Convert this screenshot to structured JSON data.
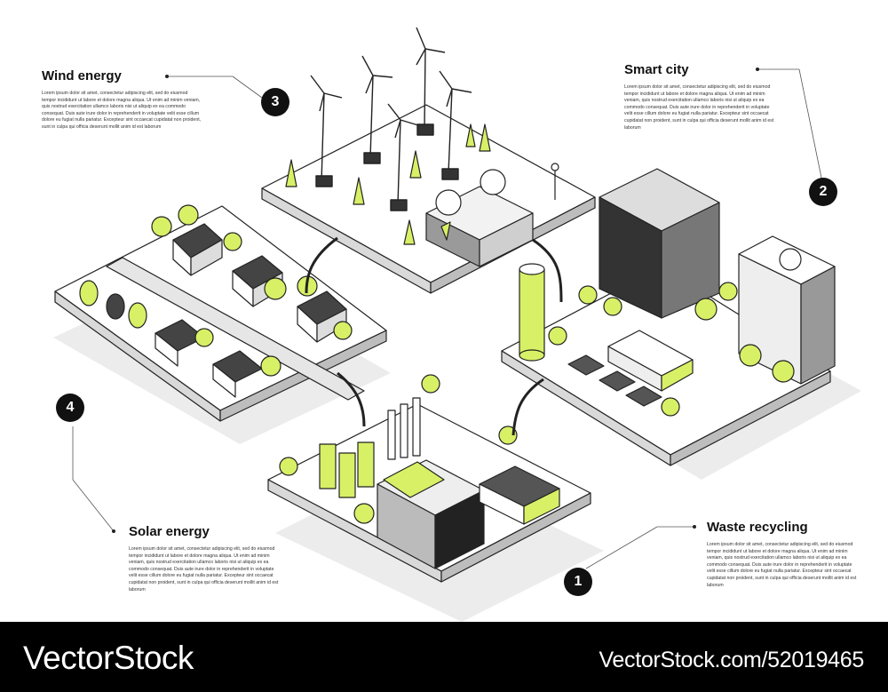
{
  "accent_color": "#d8f066",
  "sections": {
    "wind": {
      "title": "Wind energy",
      "number": "3",
      "body": "Lorem ipsum dolor sit amet, consectetur adipiscing elit, sed do eiusmod tempor incididunt ut labore et dolore magna aliqua. Ut enim ad minim veniam, quis nostrud exercitation ullamco laboris nisi ut aliquip ex ea commodo consequat. Duis aute irure dolor in reprehenderit in voluptate velit esse cillum dolore eu fugiat nulla pariatur. Excepteur sint occaecat cupidatat non proident, sunt in culpa qui officia deserunt mollit anim id est laborum"
    },
    "smart_city": {
      "title": "Smart city",
      "number": "2",
      "body": "Lorem ipsum dolor sit amet, consectetur adipiscing elit, sed do eiusmod tempor incididunt ut labore et dolore magna aliqua. Ut enim ad minim veniam, quis nostrud exercitation ullamco laboris nisi ut aliquip ex ea commodo consequat. Duis aute irure dolor in reprehenderit in voluptate velit esse cillum dolore eu fugiat nulla pariatur. Excepteur sint occaecat cupidatat non proident, sunt in culpa qui officia deserunt mollit anim id est laborum"
    },
    "solar": {
      "title": "Solar energy",
      "number": "4",
      "body": "Lorem ipsum dolor sit amet, consectetur adipiscing elit, sed do eiusmod tempor incididunt ut labore et dolore magna aliqua. Ut enim ad minim veniam, quis nostrud exercitation ullamco laboris nisi ut aliquip ex ea commodo consequat. Duis aute irure dolor in reprehenderit in voluptate velit esse cillum dolore eu fugiat nulla pariatur. Excepteur sint occaecat cupidatat non proident, sunt in culpa qui officia deserunt mollit anim id est laborum"
    },
    "recycling": {
      "title": "Waste recycling",
      "number": "1",
      "body": "Lorem ipsum dolor sit amet, consectetur adipiscing elit, sed do eiusmod tempor incididunt ut labore et dolore magna aliqua. Ut enim ad minim veniam, quis nostrud exercitation ullamco laboris nisi ut aliquip ex ea commodo consequat. Duis aute irure dolor in reprehenderit in voluptate velit esse cillum dolore eu fugiat nulla pariatur. Excepteur sint occaecat cupidatat non proident, sunt in culpa qui officia deserunt mollit anim id est laborum"
    }
  },
  "footer": {
    "left_text": "VectorStock",
    "right_text": "VectorStock.com/52019465"
  }
}
